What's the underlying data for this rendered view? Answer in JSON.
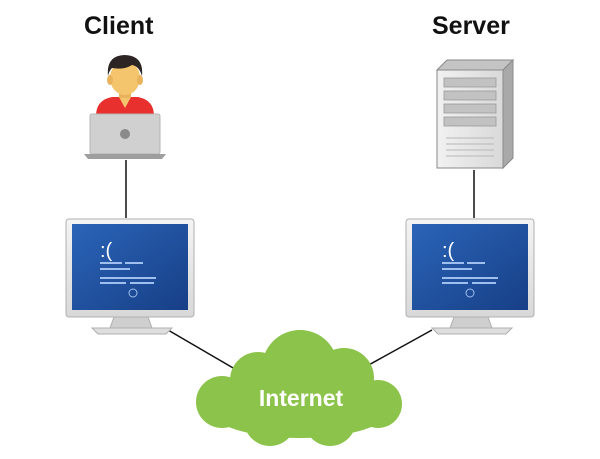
{
  "labels": {
    "client": "Client",
    "server": "Server",
    "internet": "Internet"
  },
  "screen": {
    "face": ":("
  },
  "colors": {
    "cloud": "#8cc34a",
    "screen": "#1f4f9e",
    "shirt": "#e8312f",
    "skin": "#f5c56e",
    "hair": "#2d2524"
  }
}
